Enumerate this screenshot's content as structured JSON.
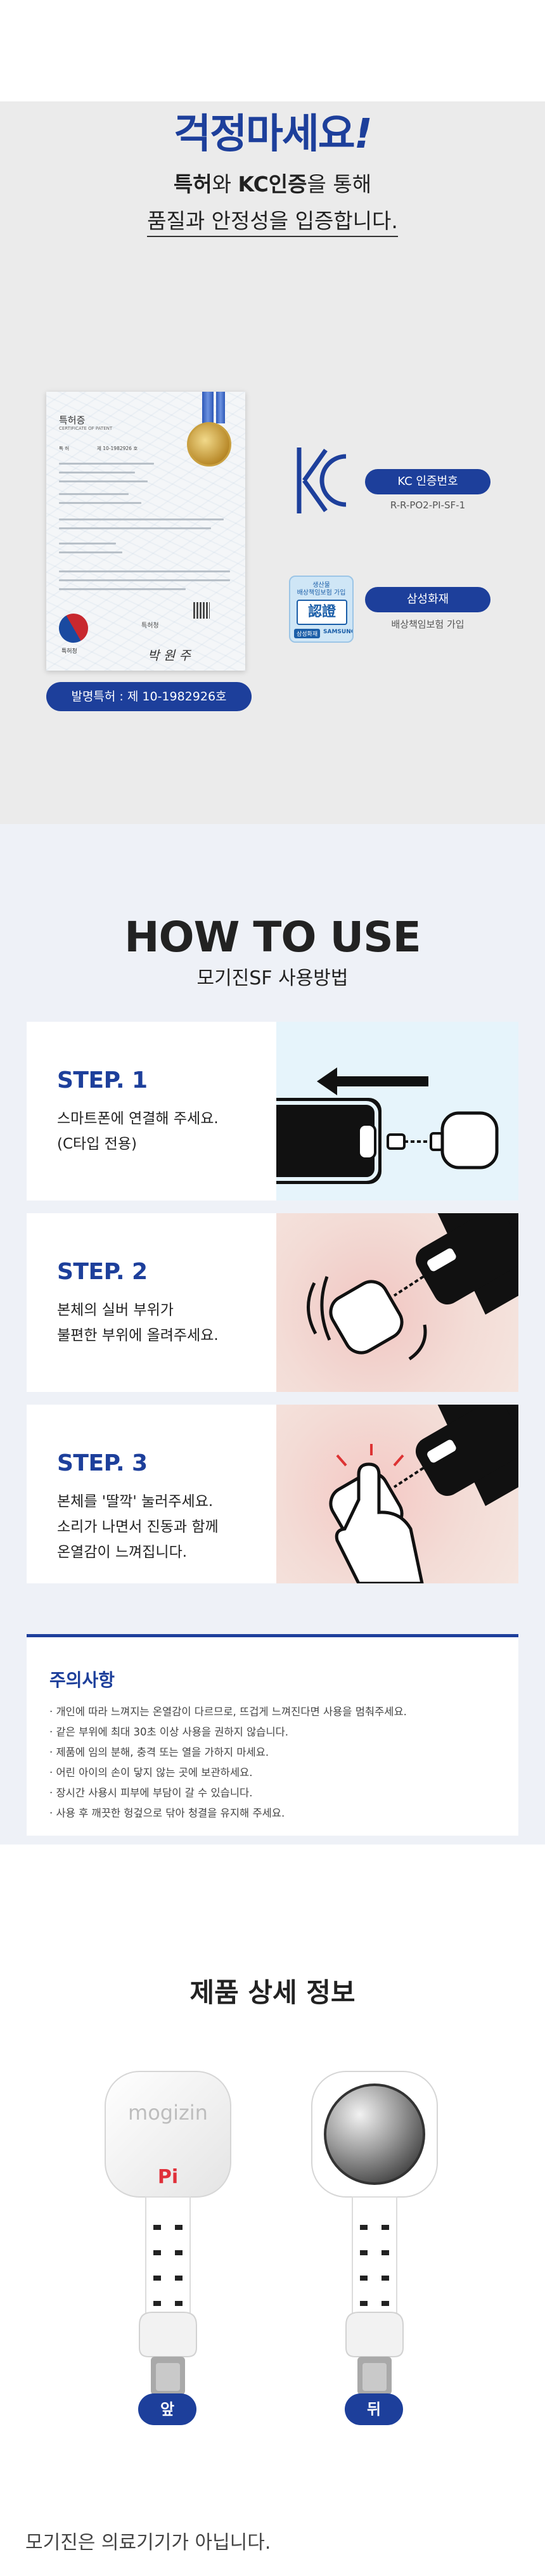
{
  "certification": {
    "title": "걱정마세요",
    "title_mark": "!",
    "subtitle_line1_b1": "특허",
    "subtitle_line1_t1": "와 ",
    "subtitle_line1_b2": "KC인증",
    "subtitle_line1_t2": "을 통해",
    "subtitle_line2": "품질과 안정성을 입증합니다.",
    "patent": {
      "doc_title": "특허증",
      "doc_title_en": "CERTIFICATE OF PATENT",
      "registration_label": "특 허",
      "registration_value": "제 10-1982926 호",
      "issuer": "특허청",
      "signature": "박 원 주",
      "emblem_label": "특허청",
      "badge": "발명특허 : 제 10-1982926호"
    },
    "kc": {
      "label": "KC 인증번호",
      "number": "R-R-PO2-PI-SF-1"
    },
    "insurance": {
      "logo_top": "생산물\n배상책임보험 가입",
      "logo_mid": "認證",
      "logo_badge": "삼성화재",
      "logo_brand": "SAMSUNG",
      "label": "삼성화재",
      "note": "배상책임보험 가입"
    }
  },
  "how_to_use": {
    "title": "HOW TO USE",
    "subtitle": "모기진SF 사용방법",
    "steps": [
      {
        "label": "STEP. 1",
        "lines": [
          "스마트폰에 연결해 주세요.",
          "(C타입 전용)"
        ]
      },
      {
        "label": "STEP. 2",
        "lines": [
          "본체의 실버 부위가",
          "불편한 부위에 올려주세요."
        ]
      },
      {
        "label": "STEP. 3",
        "lines": [
          "본체를 '딸깍' 눌러주세요.",
          "소리가 나면서 진동과 함께",
          "온열감이 느껴집니다."
        ]
      }
    ],
    "caution": {
      "title": "주의사항",
      "items": [
        "· 개인에 따라 느껴지는 온열감이 다르므로, 뜨겁게 느껴진다면 사용을 멈춰주세요.",
        "· 같은 부위에 최대 30초 이상 사용을 권하지 않습니다.",
        "· 제품에 임의 분해, 충격 또는 열을 가하지 마세요.",
        "· 어린 아이의 손이 닿지 않는 곳에 보관하세요.",
        "· 장시간 사용시 피부에 부담이 갈 수 있습니다.",
        "· 사용 후 깨끗한 헝겊으로 닦아 청결을 유지해 주세요."
      ]
    }
  },
  "detail": {
    "title": "제품 상세 정보",
    "front_logo": "mogizin",
    "front_mark": "Pi",
    "front_label": "앞",
    "back_label": "뒤",
    "footer": "모기진은 의료기기가 아닙니다."
  },
  "colors": {
    "brand_blue": "#1d3f9b",
    "section_gray": "#ebebeb",
    "section_light_blue": "#eef1f7"
  }
}
